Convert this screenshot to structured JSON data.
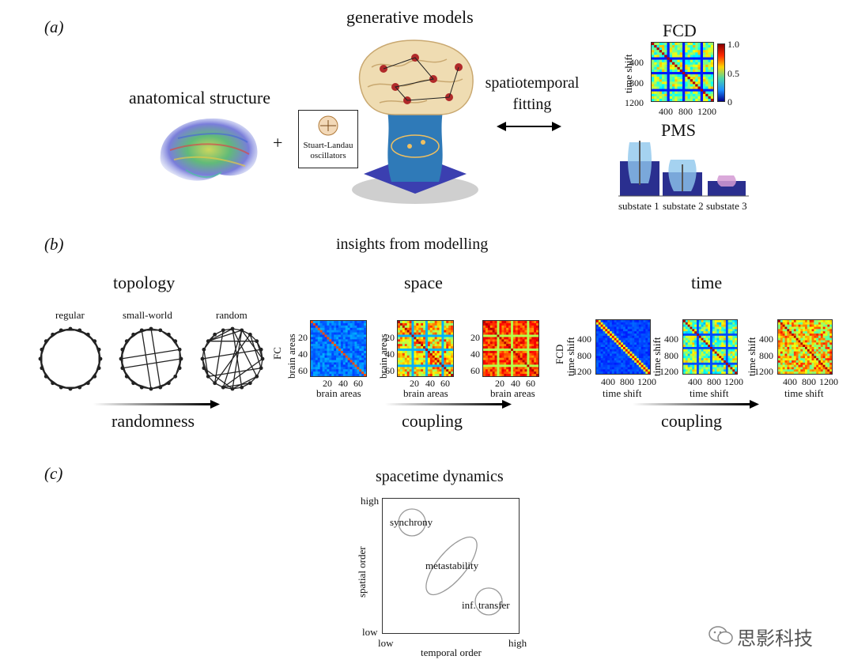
{
  "panel_a": {
    "label": "(a)",
    "generative_models": "generative models",
    "anatomical_structure": "anatomical structure",
    "plus": "+",
    "oscillator_box": "Stuart-Landau oscillators",
    "fitting": "spatiotemporal fitting",
    "fcd_title": "FCD",
    "fcd_ylabel": "time shift",
    "fcd_yticks": [
      "400",
      "800",
      "1200"
    ],
    "fcd_xticks": [
      "400",
      "800",
      "1200"
    ],
    "colorbar_ticks": [
      "1.0",
      "0.5",
      "0"
    ],
    "pms_title": "PMS",
    "pms_substates": [
      "substate 1",
      "substate 2",
      "substate 3"
    ]
  },
  "panel_b": {
    "label": "(b)",
    "title": "insights from modelling",
    "topology": {
      "title": "topology",
      "networks": [
        "regular",
        "small-world",
        "random"
      ],
      "arrow_label": "randomness"
    },
    "space": {
      "title": "space",
      "fc_label": "FC",
      "axis_label": "brain areas",
      "yticks": [
        "20",
        "40",
        "60"
      ],
      "xticks": [
        "20",
        "40",
        "60"
      ],
      "arrow_label": "coupling"
    },
    "time": {
      "title": "time",
      "fcd_label": "FCD",
      "axis_label": "time shift",
      "yticks": [
        "400",
        "800",
        "1200"
      ],
      "xticks": [
        "400",
        "800",
        "1200"
      ],
      "arrow_label": "coupling"
    }
  },
  "panel_c": {
    "label": "(c)",
    "title": "spacetime dynamics",
    "ylabel": "spatial order",
    "xlabel": "temporal order",
    "y_high": "high",
    "y_low": "low",
    "x_low": "low",
    "x_high": "high",
    "regions": [
      "synchrony",
      "metastability",
      "inf. transfer"
    ]
  },
  "watermark": "思影科技"
}
